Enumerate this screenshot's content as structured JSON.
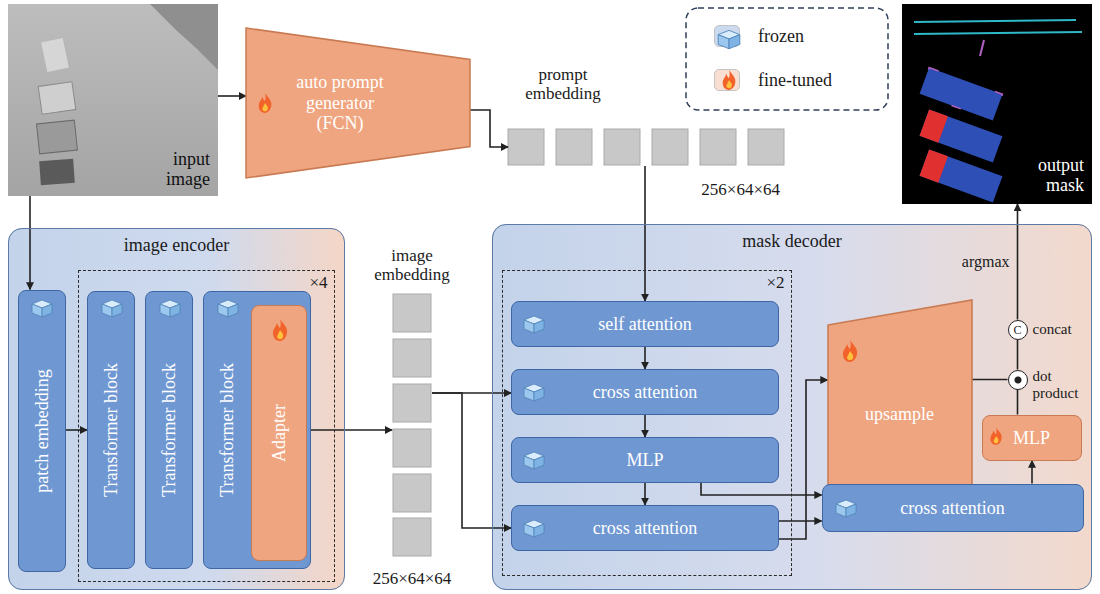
{
  "diagram": {
    "nodes": [
      {
        "text": [
          "input image"
        ]
      },
      {
        "text": [
          "auto prompt generator (FCN)"
        ]
      },
      {
        "text": [
          "prompt embedding",
          "256×64×64"
        ]
      },
      {
        "text": [
          "output mask"
        ]
      },
      {
        "text": [
          "image encoder"
        ]
      },
      {
        "text": [
          "patch embedding"
        ],
        "in": 4
      },
      {
        "text": [
          "×4"
        ],
        "in": 4
      },
      {
        "text": [
          "Transformer block"
        ],
        "in": 6
      },
      {
        "text": [
          "Transformer block"
        ],
        "in": 6
      },
      {
        "text": [
          "Transformer block"
        ],
        "in": 6
      },
      {
        "text": [
          "Adapter"
        ],
        "in": 9
      },
      {
        "text": [
          "image embedding",
          "256×64×64"
        ]
      },
      {
        "text": [
          "mask decoder"
        ]
      },
      {
        "text": [
          "×2"
        ],
        "in": 12
      },
      {
        "text": [
          "self attention"
        ],
        "in": 13
      },
      {
        "text": [
          "cross attention"
        ],
        "in": 13
      },
      {
        "text": [
          "MLP"
        ],
        "in": 13
      },
      {
        "text": [
          "cross attention"
        ],
        "in": 13
      },
      {
        "text": [
          "upsample"
        ],
        "in": 12
      },
      {
        "text": [
          "C",
          "concat"
        ],
        "in": 12
      },
      {
        "text": [
          "dot product"
        ],
        "in": 12
      },
      {
        "text": [
          "MLP"
        ],
        "in": 12
      },
      {
        "text": [
          "cross attention"
        ],
        "in": 12
      }
    ],
    "edges": [
      {
        "from": 0,
        "to": 1,
        "arrow": "to"
      },
      {
        "from": 1,
        "to": 2,
        "arrow": "to"
      },
      {
        "from": 0,
        "to": 5,
        "arrow": "to"
      },
      {
        "from": 5,
        "to": 7,
        "arrow": "to"
      },
      {
        "from": 10,
        "to": 11,
        "arrow": "to"
      },
      {
        "from": 2,
        "to": 14,
        "arrow": "to"
      },
      {
        "from": 11,
        "to": 15,
        "arrow": "to"
      },
      {
        "from": 11,
        "to": 17,
        "arrow": "to"
      },
      {
        "from": 14,
        "to": 15,
        "arrow": "to"
      },
      {
        "from": 15,
        "to": 16,
        "arrow": "to"
      },
      {
        "from": 16,
        "to": 17,
        "arrow": "to"
      },
      {
        "from": 16,
        "to": 22,
        "arrow": "to"
      },
      {
        "from": 17,
        "to": 18,
        "arrow": "to"
      },
      {
        "from": 17,
        "to": 22,
        "arrow": "to"
      },
      {
        "from": 22,
        "to": 21,
        "arrow": "to"
      },
      {
        "from": 18,
        "to": 20,
        "arrow": "none"
      },
      {
        "from": 21,
        "to": 20,
        "arrow": "none"
      },
      {
        "from": 20,
        "to": 19,
        "arrow": "none"
      },
      {
        "from": 19,
        "to": 3,
        "label": "argmax",
        "arrow": "to"
      }
    ],
    "legend": [
      {
        "text": "frozen",
        "color": "#6f97d2"
      },
      {
        "text": "fine-tuned",
        "color": "#efa57f"
      }
    ]
  }
}
